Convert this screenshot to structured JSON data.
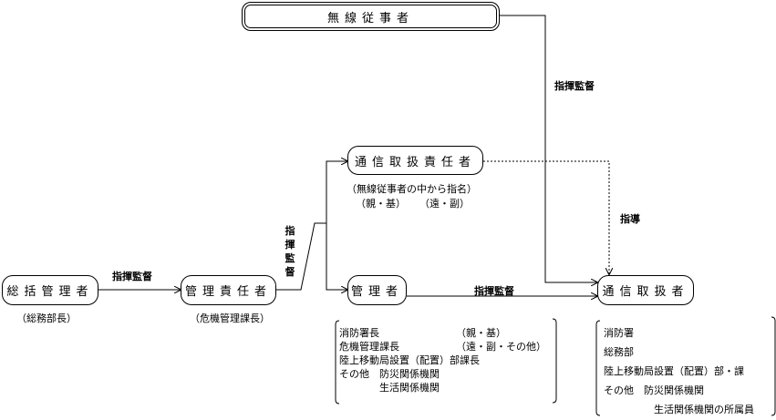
{
  "nodes": {
    "radio_operator": "無線従事者",
    "comm_responsible": "通信取扱責任者",
    "general_manager": "総括管理者",
    "manager_responsible": "管理責任者",
    "manager": "管理者",
    "comm_handler": "通信取扱者"
  },
  "notes": {
    "general_manager_sub": "（総務部長）",
    "manager_responsible_sub": "（危機管理課長）",
    "comm_responsible_sub1": "（無線従事者の中から指名）",
    "comm_responsible_sub2a": "（親・基）",
    "comm_responsible_sub2b": "（遠・副）"
  },
  "edges": {
    "supervise_top": "指揮監督",
    "supervise_left": "指揮監督",
    "supervise_vertical": "指揮監督",
    "supervise_manager": "指揮監督",
    "guidance": "指導"
  },
  "manager_list": [
    {
      "left": "消防署長",
      "right": "（親・基）"
    },
    {
      "left": "危機管理課長",
      "right": "（遠・副・その他）"
    },
    {
      "left": "陸上移動局設置（配置）部課長",
      "right": ""
    },
    {
      "left": "その他　防災関係機関",
      "right": ""
    },
    {
      "left": "　　　　生活関係機関",
      "right": ""
    }
  ],
  "handler_list": [
    "消防署",
    "総務部",
    "陸上移動局設置（配置）部・課",
    "その他　防災関係機関",
    "　　　　　生活関係機関の所属員"
  ]
}
